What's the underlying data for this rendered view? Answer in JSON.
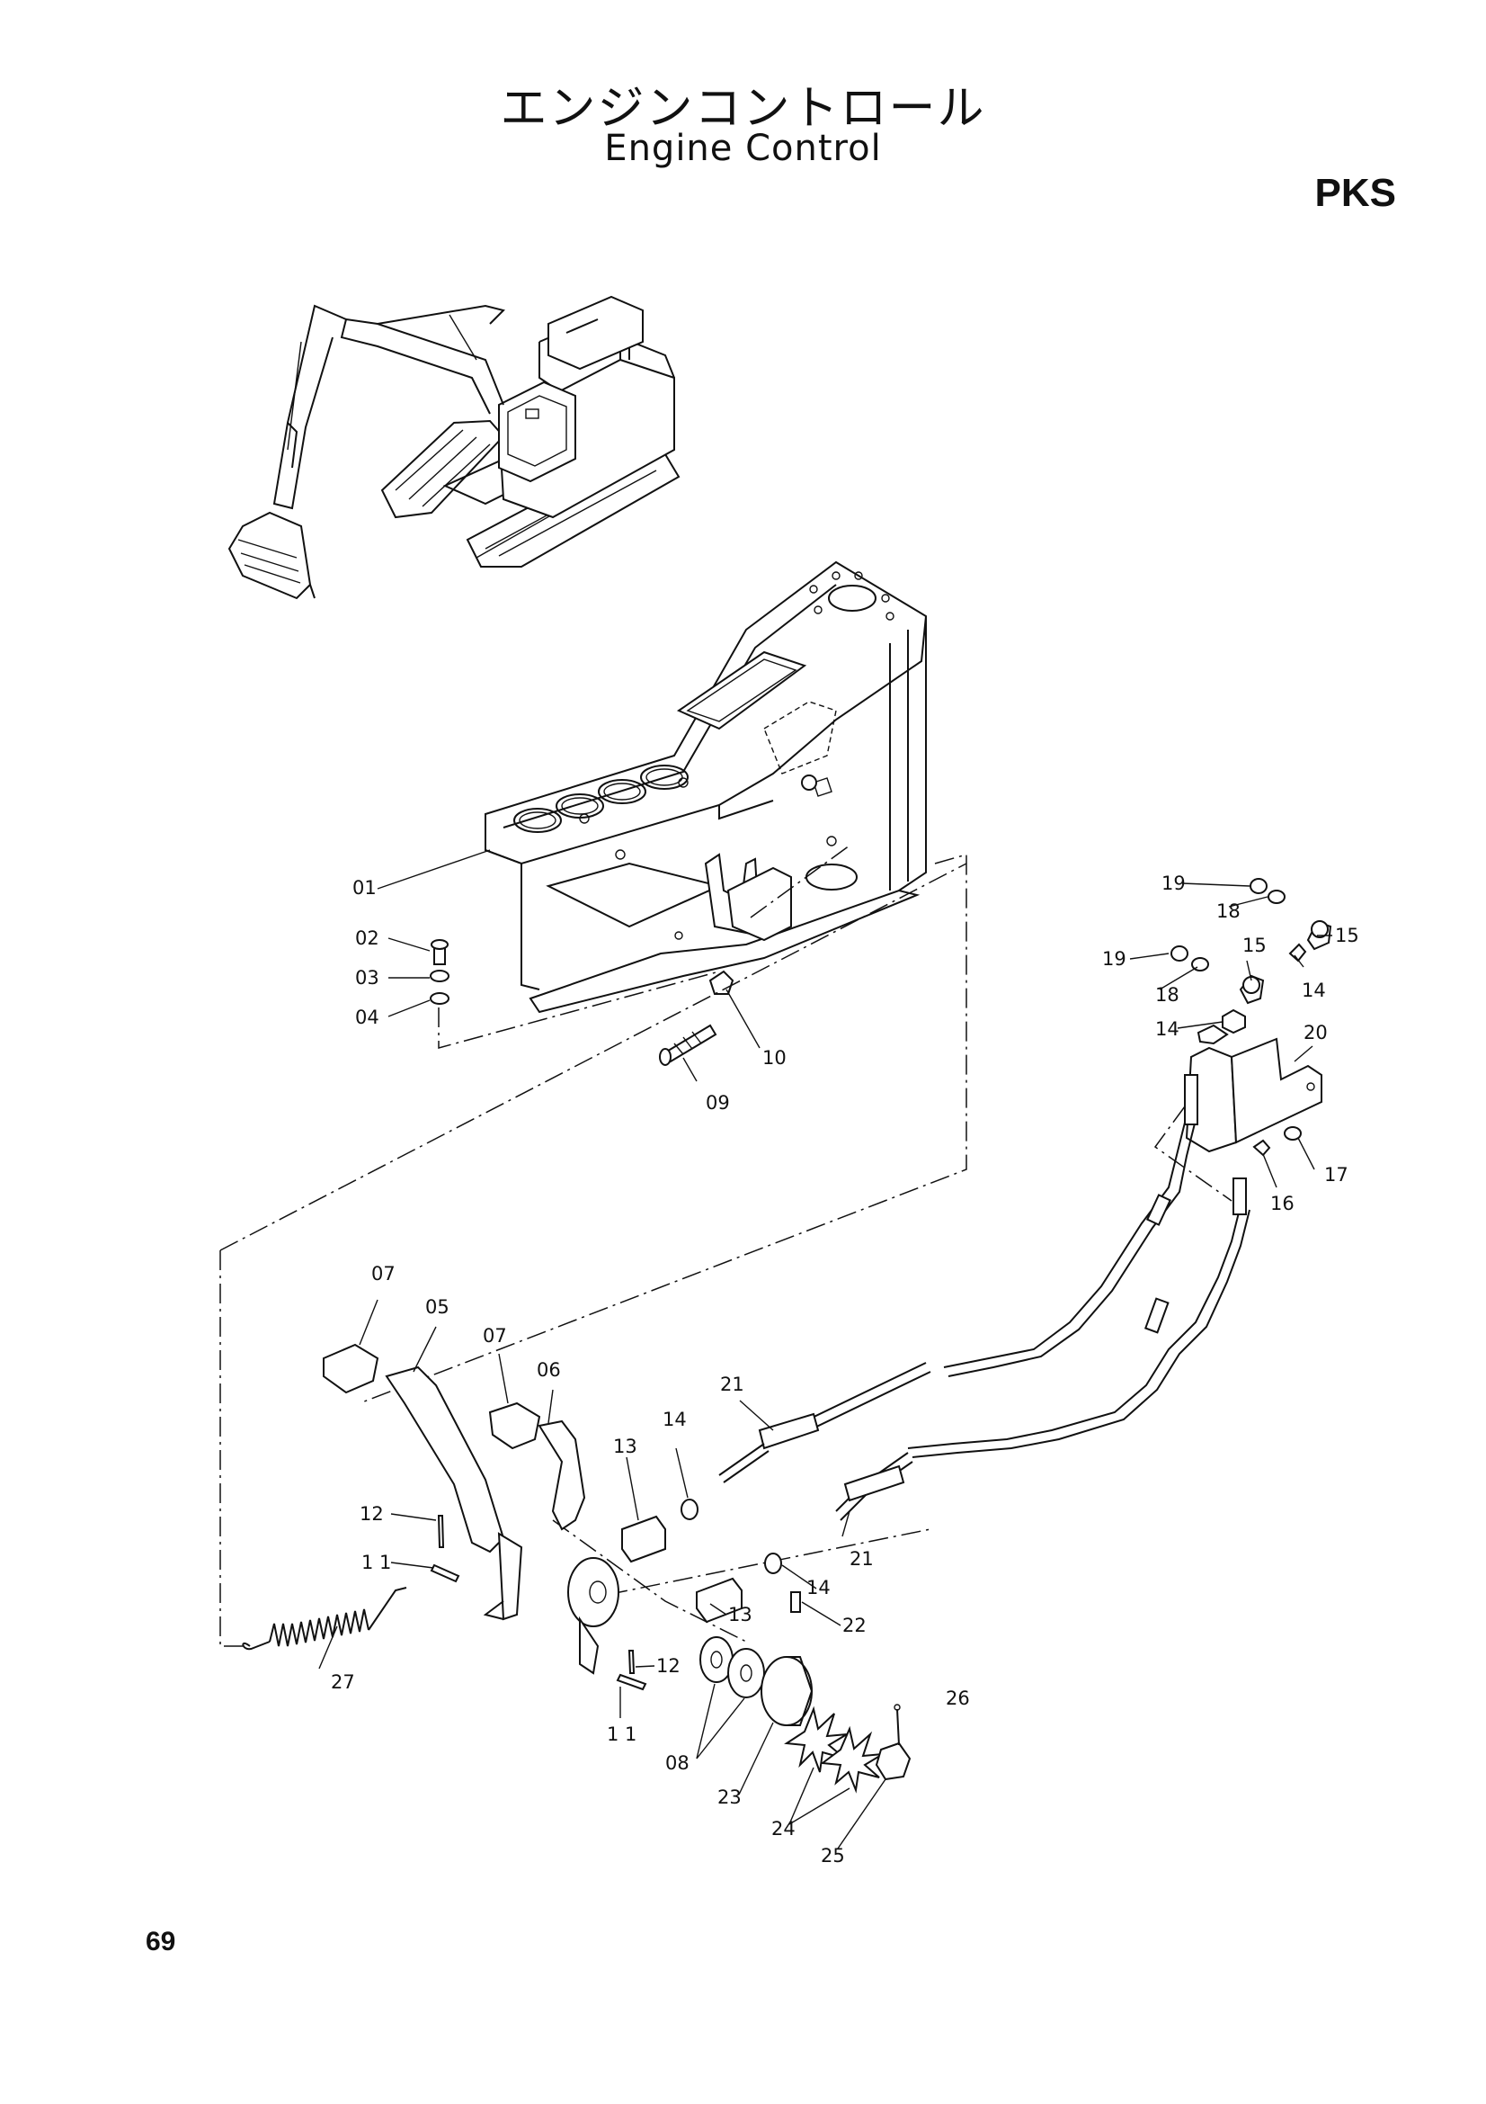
{
  "header": {
    "title_jp": "エンジンコントロール",
    "title_en": "Engine Control",
    "code": "PKS"
  },
  "page_number": "69",
  "callouts": {
    "p01": "01",
    "p02": "02",
    "p03": "03",
    "p04": "04",
    "p05": "05",
    "p06": "06",
    "p07a": "07",
    "p07b": "07",
    "p08": "08",
    "p09": "09",
    "p10": "10",
    "p11a": "1 1",
    "p11b": "1 1",
    "p12a": "12",
    "p12b": "12",
    "p13a": "13",
    "p13b": "13",
    "p14a": "14",
    "p14b": "14",
    "p14c": "14",
    "p14d": "14",
    "p15a": "15",
    "p15b": "15",
    "p16": "16",
    "p17": "17",
    "p18a": "18",
    "p18b": "18",
    "p19a": "19",
    "p19b": "19",
    "p20": "20",
    "p21a": "21",
    "p21b": "21",
    "p22": "22",
    "p23": "23",
    "p24": "24",
    "p25": "25",
    "p26": "26",
    "p27": "27"
  }
}
